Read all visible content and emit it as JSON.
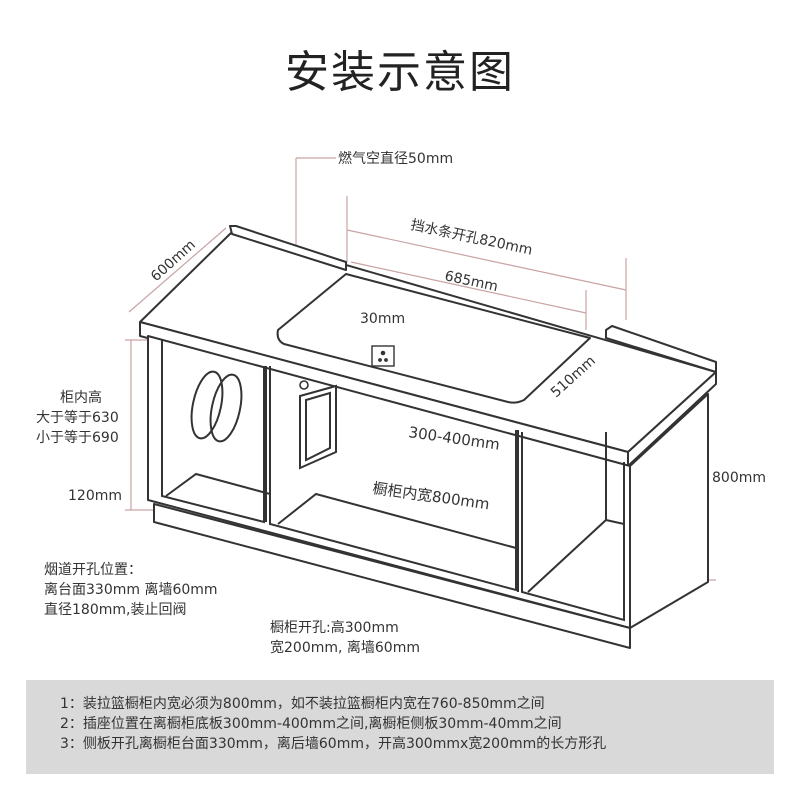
{
  "title": "安装示意图",
  "labels": {
    "gas_vent": "燃气空直径50mm",
    "water_strip": "挡水条开孔820mm",
    "width_685": "685mm",
    "depth_600": "600mm",
    "gap_30": "30mm",
    "depth_510": "510mm",
    "range_300_400": "300-400mm",
    "height_800": "800mm",
    "inner_height_title": "柜内高",
    "inner_height_min": "大于等于630",
    "inner_height_max": "小于等于690",
    "base_120": "120mm",
    "inner_width": "橱柜内宽800mm",
    "flue_line1": "烟道开孔位置：",
    "flue_line2": "离台面330mm   离墙60mm",
    "flue_line3": "直径180mm,装止回阀",
    "hole_line1": "橱柜开孔:高300mm",
    "hole_line2": "宽200mm, 离墙60mm"
  },
  "notes": [
    "1：装拉篮橱柜内宽必须为800mm，如不装拉篮橱柜内宽在760-850mm之间",
    "2：插座位置在离橱柜底板300mm-400mm之间,离橱柜侧板30mm-40mm之间",
    "3：侧板开孔离橱柜台面330mm，离后墙60mm，开高300mmx宽200mm的长方形孔"
  ],
  "colors": {
    "outline": "#333333",
    "dimension_line": "#c9a3a3",
    "notes_background": "#d9d9d9"
  }
}
